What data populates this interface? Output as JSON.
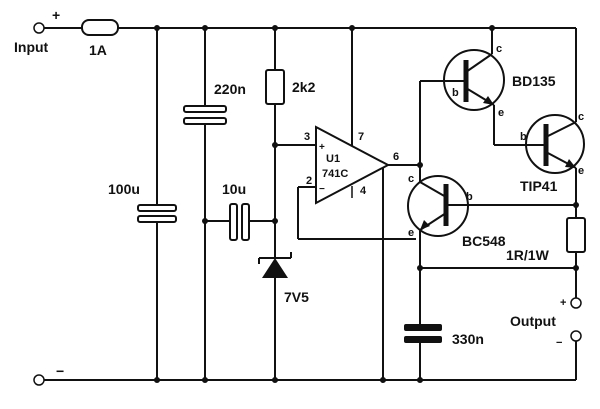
{
  "labels": {
    "input": "Input",
    "input_plus": "+",
    "input_minus": "−",
    "fuse": "1A",
    "c_220n": "220n",
    "r_2k2": "2k2",
    "c_100u": "100u",
    "c_10u": "10u",
    "zener": "7V5",
    "opamp_ref": "U1",
    "opamp_type": "741C",
    "pin3": "3",
    "pin2": "2",
    "pin7": "7",
    "pin4": "4",
    "pin6": "6",
    "q_bd135": "BD135",
    "q_tip41": "TIP41",
    "q_bc548": "BC548",
    "r_1r": "1R/1W",
    "output": "Output",
    "out_plus": "+",
    "out_minus": "−",
    "c_330n": "330n",
    "pin_c": "c",
    "pin_b": "b",
    "pin_e": "e",
    "opamp_plus": "+",
    "opamp_minus": "−"
  },
  "colors": {
    "ink": "#111111",
    "background": "#ffffff"
  }
}
